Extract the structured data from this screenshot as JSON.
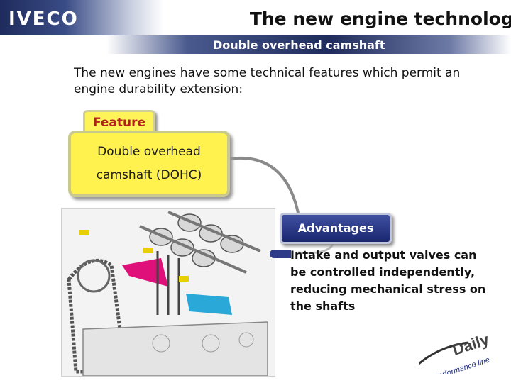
{
  "header": {
    "logo": "IVECO",
    "title": "The new engine technology",
    "subtitle": "Double overhead camshaft"
  },
  "intro": "The new engines have some technical features which permit an engine durability extension:",
  "feature": {
    "tab_label": "Feature",
    "line1": "Double overhead",
    "line2": "camshaft (DOHC)"
  },
  "advantages": {
    "tab_label": "Advantages",
    "text": "Intake and output valves can be controlled independently, reducing mechanical stress on the shafts"
  },
  "branding": {
    "daily": "Daily",
    "tagline": "Performance line"
  },
  "colors": {
    "feature_yellow": "#fff24e",
    "feature_red_text": "#b4201d",
    "advantage_blue": "#1a2670",
    "intake_magenta": "#e0107a",
    "exhaust_cyan": "#2aa8d8"
  }
}
